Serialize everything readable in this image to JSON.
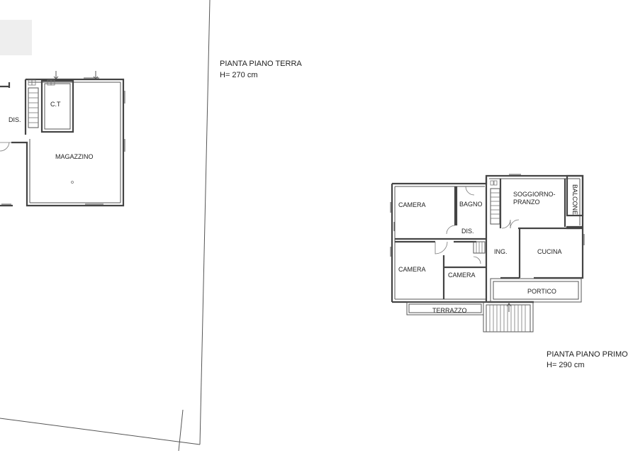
{
  "ground_floor": {
    "title": "PIANTA PIANO TERRA",
    "height": "H= 270 cm",
    "rooms": {
      "dis": "DIS.",
      "ct": "C.T",
      "magazzino": "MAGAZZINO"
    }
  },
  "first_floor": {
    "title": "PIANTA PIANO PRIMO",
    "height": "H= 290 cm",
    "rooms": {
      "camera_top": "CAMERA",
      "bagno": "BAGNO",
      "soggiorno_1": "SOGGIORNO-",
      "soggiorno_2": "PRANZO",
      "balcone": "BALCONE",
      "dis": "DIS.",
      "ing": "ING.",
      "cucina": "CUCINA",
      "camera_left": "CAMERA",
      "camera_mid": "CAMERA",
      "portico": "PORTICO",
      "terrazzo": "TERRAZZO"
    }
  },
  "colors": {
    "line": "#444444",
    "background": "#ffffff",
    "text": "#222222"
  }
}
